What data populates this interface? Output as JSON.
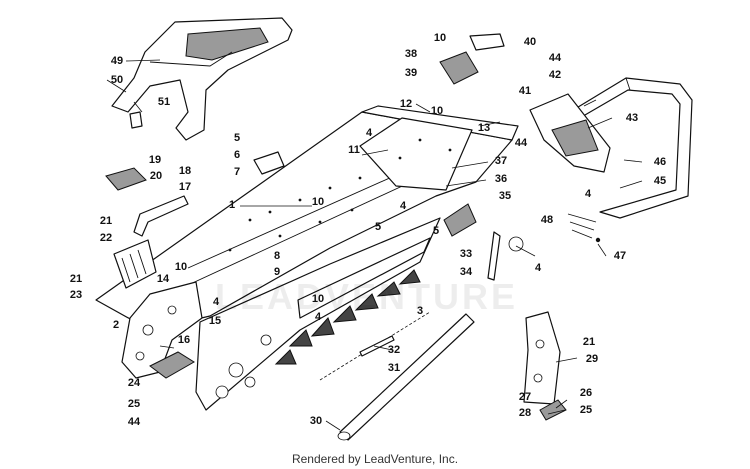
{
  "diagram": {
    "callouts": {
      "c1": "1",
      "c2": "2",
      "c3": "3",
      "c4": "4",
      "c5": "5",
      "c6": "6",
      "c7": "7",
      "c8": "8",
      "c9": "9",
      "c10": "10",
      "c11": "11",
      "c12": "12",
      "c13": "13",
      "c14": "14",
      "c15": "15",
      "c16": "16",
      "c17": "17",
      "c18": "18",
      "c19": "19",
      "c20": "20",
      "c21": "21",
      "c22": "22",
      "c23": "23",
      "c24": "24",
      "c25": "25",
      "c26": "26",
      "c27": "27",
      "c28": "28",
      "c29": "29",
      "c30": "30",
      "c31": "31",
      "c32": "32",
      "c33": "33",
      "c34": "34",
      "c35": "35",
      "c36": "36",
      "c37": "37",
      "c38": "38",
      "c39": "39",
      "c40": "40",
      "c41": "41",
      "c42": "42",
      "c43": "43",
      "c44": "44",
      "c45": "45",
      "c46": "46",
      "c47": "47",
      "c48": "48",
      "c49": "49",
      "c50": "50",
      "c51": "51"
    },
    "watermark": "LEADVENTURE",
    "footer": "Rendered by LeadVenture, Inc."
  }
}
